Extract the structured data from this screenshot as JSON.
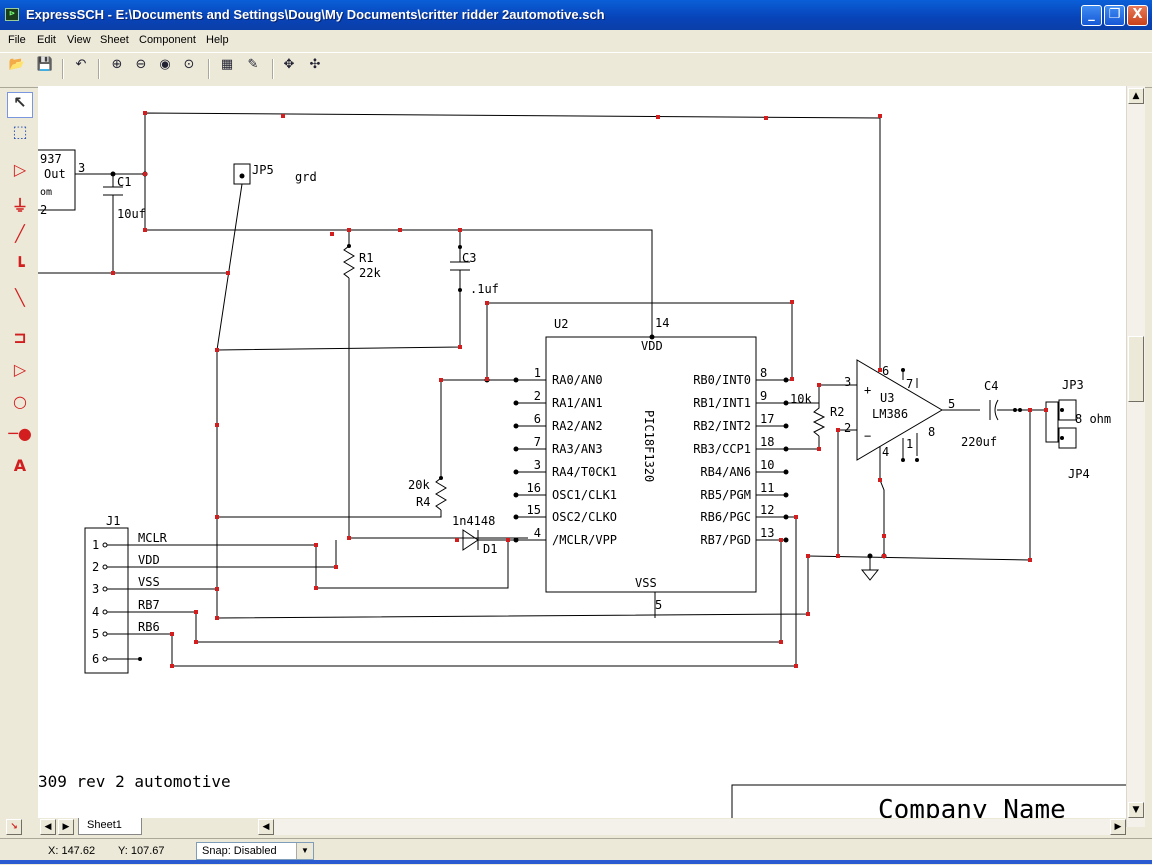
{
  "window": {
    "title": "ExpressSCH - E:\\Documents and Settings\\Doug\\My Documents\\critter ridder 2automotive.sch",
    "minimize_glyph": "_",
    "maximize_glyph": "❐",
    "close_glyph": "X"
  },
  "menu": {
    "items": [
      "File",
      "Edit",
      "View",
      "Sheet",
      "Component",
      "Help"
    ]
  },
  "toolbar": {
    "icons": [
      "open-icon",
      "save-icon",
      "undo-icon",
      "zoom-in-icon",
      "zoom-out-icon",
      "zoom-window-icon",
      "zoom-fit-icon",
      "properties-icon",
      "edit-part-icon",
      "move-icon",
      "auto-route-icon"
    ]
  },
  "tools": {
    "icons": [
      "select-arrow-icon",
      "zoom-box-icon",
      "component-icon",
      "ground-icon",
      "wire-icon",
      "bus-icon",
      "net-icon",
      "port-icon",
      "buffer-icon",
      "circle-icon",
      "pin-icon",
      "text-icon"
    ]
  },
  "schematic": {
    "accent_red": "#d21e1e",
    "parts": {
      "left_partial": {
        "ref": "937",
        "label": "Out",
        "pin3": "3",
        "frag_om": "om",
        "frag_2": "2"
      },
      "c1": {
        "ref": "C1",
        "value": "10uf"
      },
      "jp5": {
        "ref": "JP5",
        "label": "grd"
      },
      "r1": {
        "ref": "R1",
        "value": "22k"
      },
      "c3": {
        "ref": "C3",
        "value": ".1uf"
      },
      "u2": {
        "ref": "U2",
        "part": "PIC18F1320",
        "vdd": "VDD",
        "vss": "VSS",
        "vdd_pin": "14",
        "vss_pin": "5",
        "left_pins": [
          {
            "num": "1",
            "name": "RA0/AN0"
          },
          {
            "num": "2",
            "name": "RA1/AN1"
          },
          {
            "num": "6",
            "name": "RA2/AN2"
          },
          {
            "num": "7",
            "name": "RA3/AN3"
          },
          {
            "num": "3",
            "name": "RA4/T0CK1"
          },
          {
            "num": "16",
            "name": "OSC1/CLK1"
          },
          {
            "num": "15",
            "name": "OSC2/CLKO"
          },
          {
            "num": "4",
            "name": "/MCLR/VPP"
          }
        ],
        "right_pins": [
          {
            "num": "8",
            "name": "RB0/INT0"
          },
          {
            "num": "9",
            "name": "RB1/INT1"
          },
          {
            "num": "17",
            "name": "RB2/INT2"
          },
          {
            "num": "18",
            "name": "RB3/CCP1"
          },
          {
            "num": "10",
            "name": "RB4/AN6"
          },
          {
            "num": "11",
            "name": "RB5/PGM"
          },
          {
            "num": "12",
            "name": "RB6/PGC"
          },
          {
            "num": "13",
            "name": "RB7/PGD"
          }
        ]
      },
      "r4": {
        "ref": "R4",
        "value": "20k"
      },
      "d1": {
        "ref": "D1",
        "value": "1n4148"
      },
      "j1": {
        "ref": "J1",
        "pins": [
          {
            "num": "1",
            "label": "MCLR"
          },
          {
            "num": "2",
            "label": "VDD"
          },
          {
            "num": "3",
            "label": "VSS"
          },
          {
            "num": "4",
            "label": "RB7"
          },
          {
            "num": "5",
            "label": "RB6"
          },
          {
            "num": "6",
            "label": ""
          }
        ]
      },
      "r2": {
        "ref": "R2",
        "value": "10k"
      },
      "u3": {
        "ref": "U3",
        "part": "LM386",
        "plus": "+",
        "minus": "−",
        "pins": {
          "p3": "3",
          "p2": "2",
          "p6": "6",
          "p7": "7",
          "p8": "8",
          "p1": "1",
          "p4": "4",
          "p5": "5"
        }
      },
      "c4": {
        "ref": "C4",
        "value": "220uf"
      },
      "jp3": {
        "ref": "JP3",
        "value": "8 ohm"
      },
      "jp4": {
        "ref": "JP4"
      }
    },
    "title_note": "309 rev 2 automotive",
    "company_name": "Company Name"
  },
  "bottom": {
    "sheet_tab": "Sheet1"
  },
  "status": {
    "x_label": "X: 147.62",
    "y_label": "Y: 107.67",
    "snap_value": "Snap: Disabled"
  }
}
